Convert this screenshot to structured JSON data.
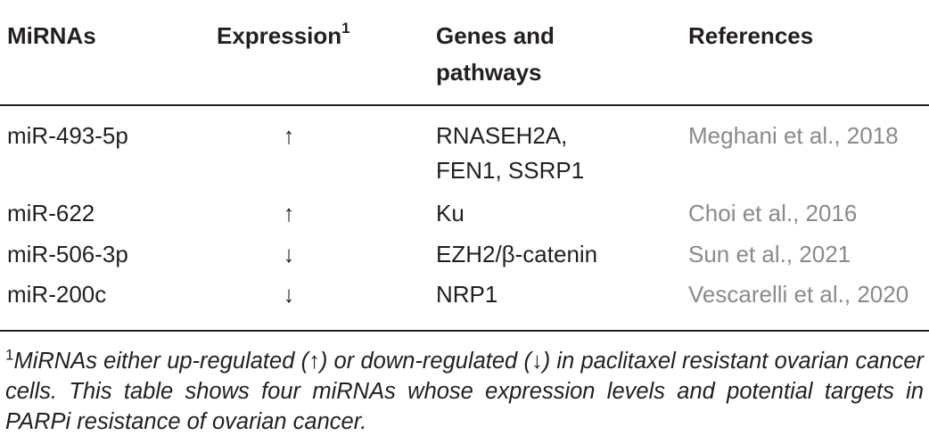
{
  "table": {
    "headers": {
      "mirnas": "MiRNAs",
      "expression": "Expression",
      "expression_note": "1",
      "genes_line1": "Genes and",
      "genes_line2": "pathways",
      "references": "References"
    },
    "rows": [
      {
        "mirna": "miR-493-5p",
        "expression": "↑",
        "genes_line1": "RNASEH2A,",
        "genes_line2": "FEN1, SSRP1",
        "reference": "Meghani et al., 2018"
      },
      {
        "mirna": "miR-622",
        "expression": "↑",
        "genes_line1": "Ku",
        "reference": "Choi et al., 2016"
      },
      {
        "mirna": "miR-506-3p",
        "expression": "↓",
        "genes_line1": "EZH2/β-catenin",
        "reference": "Sun et al., 2021"
      },
      {
        "mirna": "miR-200c",
        "expression": "↓",
        "genes_line1": "NRP1",
        "reference": "Vescarelli et al., 2020"
      }
    ]
  },
  "footnote": {
    "marker": "1",
    "text": "MiRNAs either up-regulated (↑) or down-regulated (↓) in paclitaxel resistant ovarian cancer cells. This table shows four miRNAs whose expression levels and potential targets in PARPi resistance of ovarian cancer."
  }
}
